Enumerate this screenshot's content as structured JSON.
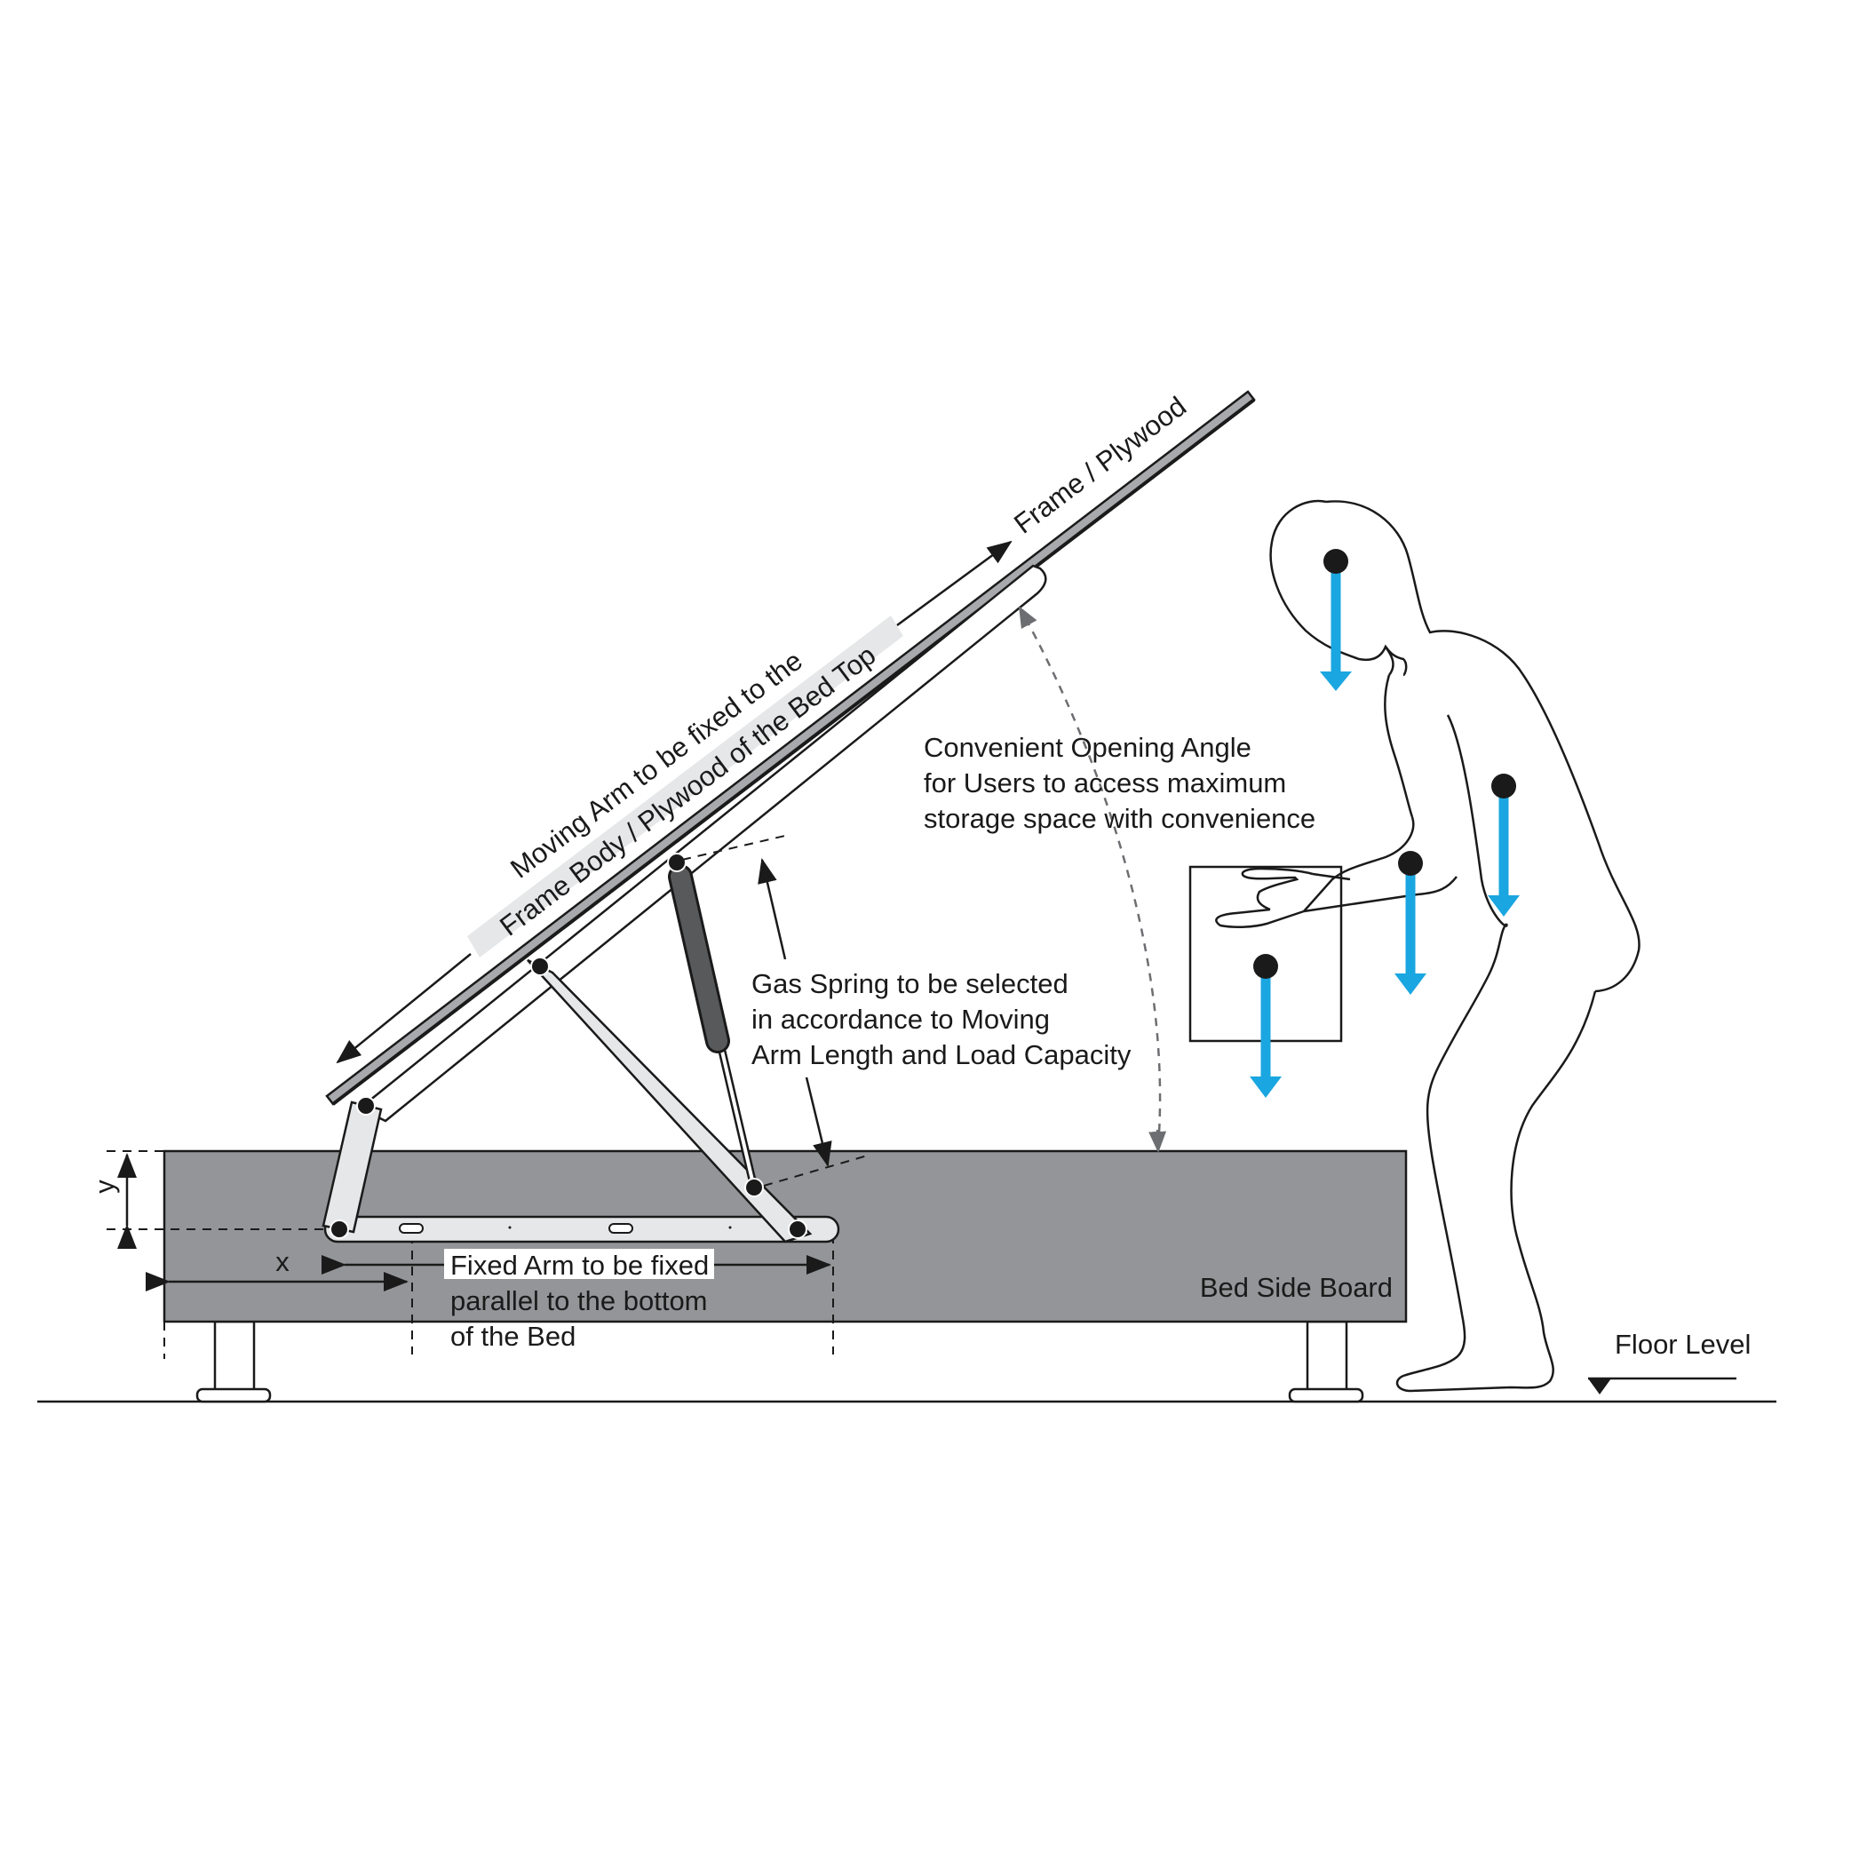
{
  "labels": {
    "frame_plywood": "Frame / Plywood",
    "moving_arm_line1": "Moving Arm to be fixed to the",
    "moving_arm_line2": "Frame Body / Plywood of the Bed Top",
    "opening_angle_line1": "Convenient Opening Angle",
    "opening_angle_line2": "for Users to access maximum",
    "opening_angle_line3": "storage space with convenience",
    "gas_spring_line1": "Gas Spring to be selected",
    "gas_spring_line2": "in accordance to Moving",
    "gas_spring_line3": "Arm Length and Load Capacity",
    "fixed_arm_line1": "Fixed Arm to be fixed",
    "fixed_arm_line2": "parallel to the bottom",
    "fixed_arm_line3": "of the Bed",
    "bed_side_board": "Bed Side Board",
    "floor_level": "Floor Level",
    "dim_x": "x",
    "dim_y": "y"
  },
  "colors": {
    "bed_board": "#939598",
    "load_arrow": "#1aa6e0",
    "ink": "#1a1a1a",
    "arm_fill": "#e6e7e8",
    "plank": "#a7a9ac"
  },
  "icons": {
    "load_point": "black-dot-with-down-arrow",
    "floor_marker": "down-triangle-marker"
  }
}
